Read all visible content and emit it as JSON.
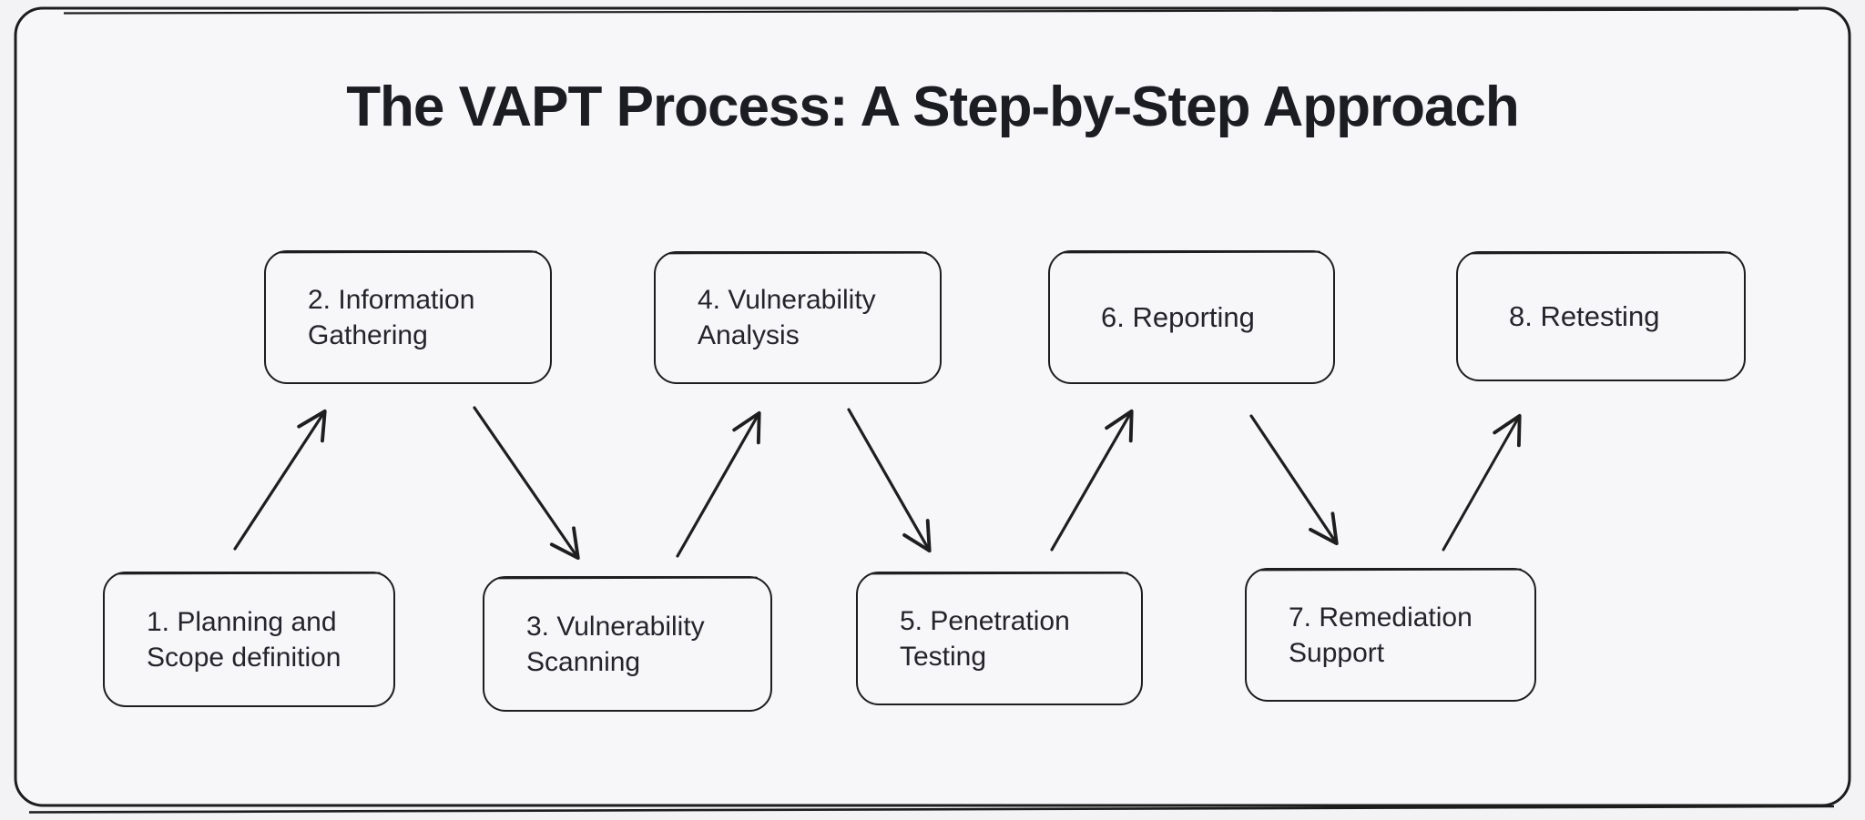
{
  "diagram": {
    "title": "The VAPT Process: A Step-by-Step Approach",
    "colors": {
      "background": "#f7f7fa",
      "stroke": "#1e1e1e",
      "text": "#24242b"
    },
    "steps": [
      {
        "label": "1. Planning and Scope definition",
        "row": "bottom"
      },
      {
        "label": "2. Information Gathering",
        "row": "top"
      },
      {
        "label": "3. Vulnerability Scanning",
        "row": "bottom"
      },
      {
        "label": "4. Vulnerability Analysis",
        "row": "top"
      },
      {
        "label": "5. Penetration Testing",
        "row": "bottom"
      },
      {
        "label": "6. Reporting",
        "row": "top"
      },
      {
        "label": "7. Remediation Support",
        "row": "bottom"
      },
      {
        "label": "8. Retesting",
        "row": "top"
      }
    ],
    "connections": [
      {
        "from": 1,
        "to": 2
      },
      {
        "from": 2,
        "to": 3
      },
      {
        "from": 3,
        "to": 4
      },
      {
        "from": 4,
        "to": 5
      },
      {
        "from": 5,
        "to": 6
      },
      {
        "from": 6,
        "to": 7
      },
      {
        "from": 7,
        "to": 8
      }
    ]
  }
}
